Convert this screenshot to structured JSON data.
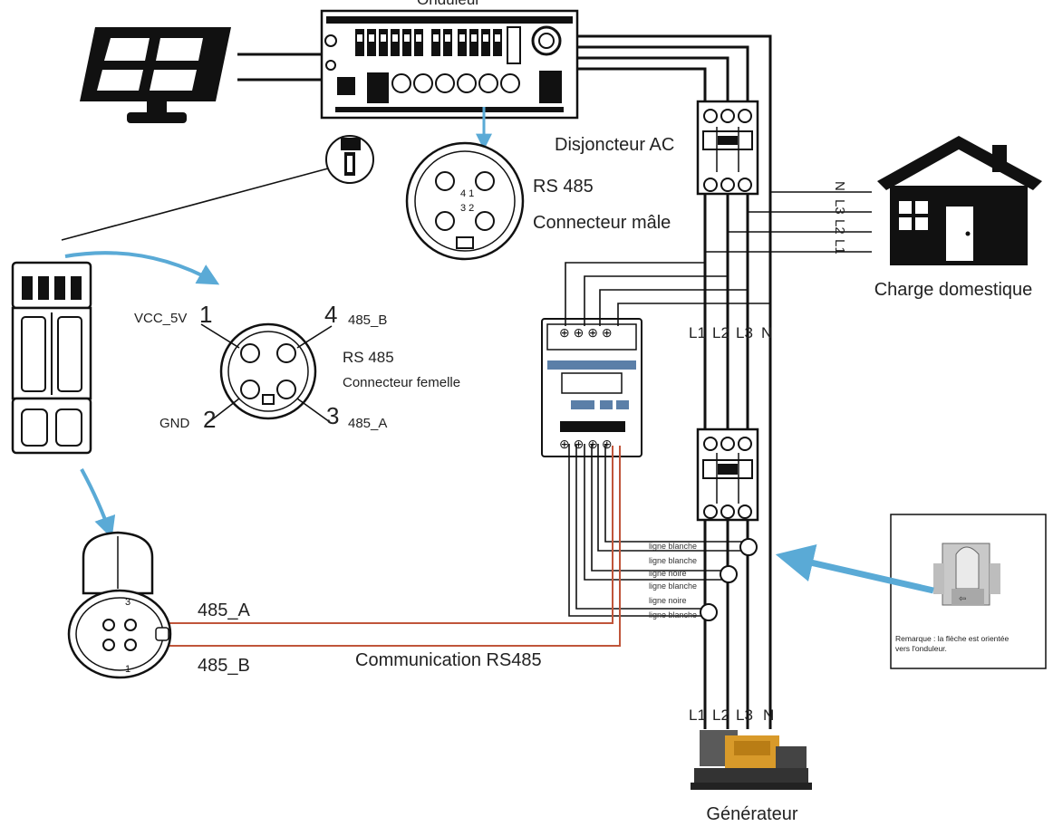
{
  "labels": {
    "inverter": "Onduleur",
    "ac_breaker": "Disjoncteur AC",
    "rs485_top": "RS 485",
    "male_connector": "Connecteur mâle",
    "vcc": "VCC_5V",
    "gnd": "GND",
    "pin1": "1",
    "pin2": "2",
    "pin3": "3",
    "pin4": "4",
    "b485": "485_B",
    "a485": "485_A",
    "rs485_mid": "RS 485",
    "female_connector": "Connecteur femelle",
    "home_load": "Charge domestique",
    "house_n": "N",
    "house_l3": "L3",
    "house_l2": "L2",
    "house_l1": "L1",
    "mid_l1": "L1",
    "mid_l2": "L2",
    "mid_l3": "L3",
    "mid_n": "N",
    "bot_l1": "L1",
    "bot_l2": "L2",
    "bot_l3": "L3",
    "bot_n": "N",
    "generator": "Générateur",
    "conn_a": "485_A",
    "conn_b": "485_B",
    "communication": "Communication RS485",
    "note": "Remarque : la flèche est orientée vers l'onduleur."
  },
  "colors": {
    "wire": "#111111",
    "rs485_wire": "#c0553a",
    "arrow": "#5aaad6"
  }
}
